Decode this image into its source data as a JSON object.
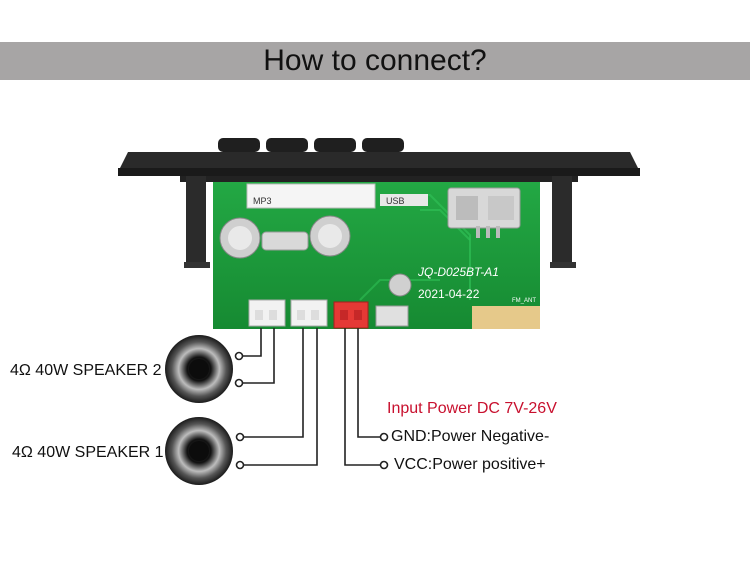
{
  "banner": {
    "title": "How to connect?"
  },
  "board": {
    "model": "JQ-D025BT-A1",
    "date": "2021-04-22",
    "antenna_label": "FM_ANT",
    "mp3_mark": "MP3",
    "usb_mark": "USB"
  },
  "speakers": [
    {
      "label": "4Ω 40W SPEAKER 2"
    },
    {
      "label": "4Ω 40W SPEAKER 1"
    }
  ],
  "power": {
    "title": "Input Power DC 7V-26V",
    "gnd": "GND:Power Negative-",
    "vcc": "VCC:Power positive+"
  },
  "colors": {
    "banner": "#a7a5a5",
    "pcb": "#1d9a3c",
    "power_title": "#c8102e",
    "power_connector": "#e53935"
  }
}
